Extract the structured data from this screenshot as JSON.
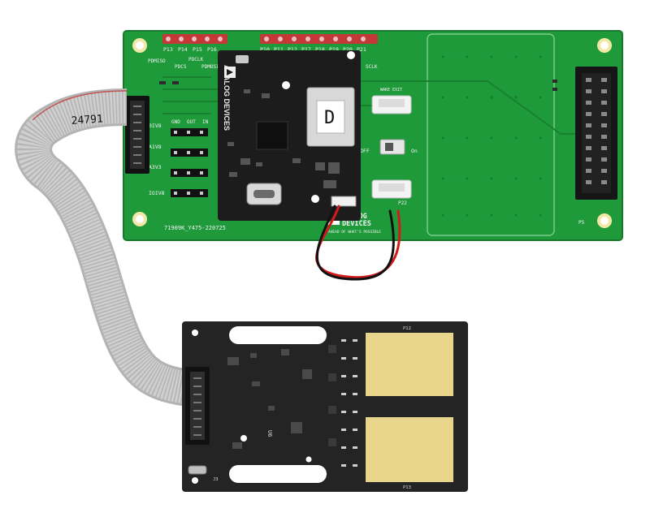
{
  "colors": {
    "background": "#ffffff",
    "green_pcb": "#1f9a3a",
    "green_pcb_dark": "#167a2c",
    "black_pcb": "#1c1c1c",
    "sensor_pcb": "#242424",
    "gold_pad": "#e8d48a",
    "ribbon": "#bdbdbd",
    "header_pins": "#d64a4a",
    "wire_red": "#d21a1a",
    "wire_black": "#111111"
  },
  "board": {
    "pin_labels_left": [
      "P13",
      "P14",
      "P15",
      "P16"
    ],
    "pin_labels_right": [
      "P10",
      "P11",
      "P12",
      "P17",
      "P18",
      "P19",
      "P20",
      "P21"
    ],
    "signal_labels": [
      "PDMISO",
      "PDCLK",
      "PDCS",
      "PDMOSI",
      "SCLK"
    ],
    "side_labels": [
      "GND",
      "OUT",
      "IN"
    ],
    "rail_labels": [
      "0IV8",
      "A1V8",
      "A3V3",
      "IOIV8"
    ],
    "part_number": "71909K_Y475-220725",
    "ribbon_number": "24791",
    "module_label": "D",
    "logo_lines": [
      "ANALOG",
      "DEVICES"
    ],
    "tagline": "AHEAD OF WHAT'S POSSIBLE",
    "module_logo": "ANALOG DEVICES",
    "off_label": "OFF",
    "on_label": "On",
    "wake_label": "WAKE EXIT",
    "connector_label_p5": "P5",
    "connector_label_p22": "P22"
  },
  "sensor_board": {
    "pad_top_label": "P12",
    "pad_bottom_label": "P13",
    "ic_label": "U6",
    "connector_label": "J3"
  }
}
